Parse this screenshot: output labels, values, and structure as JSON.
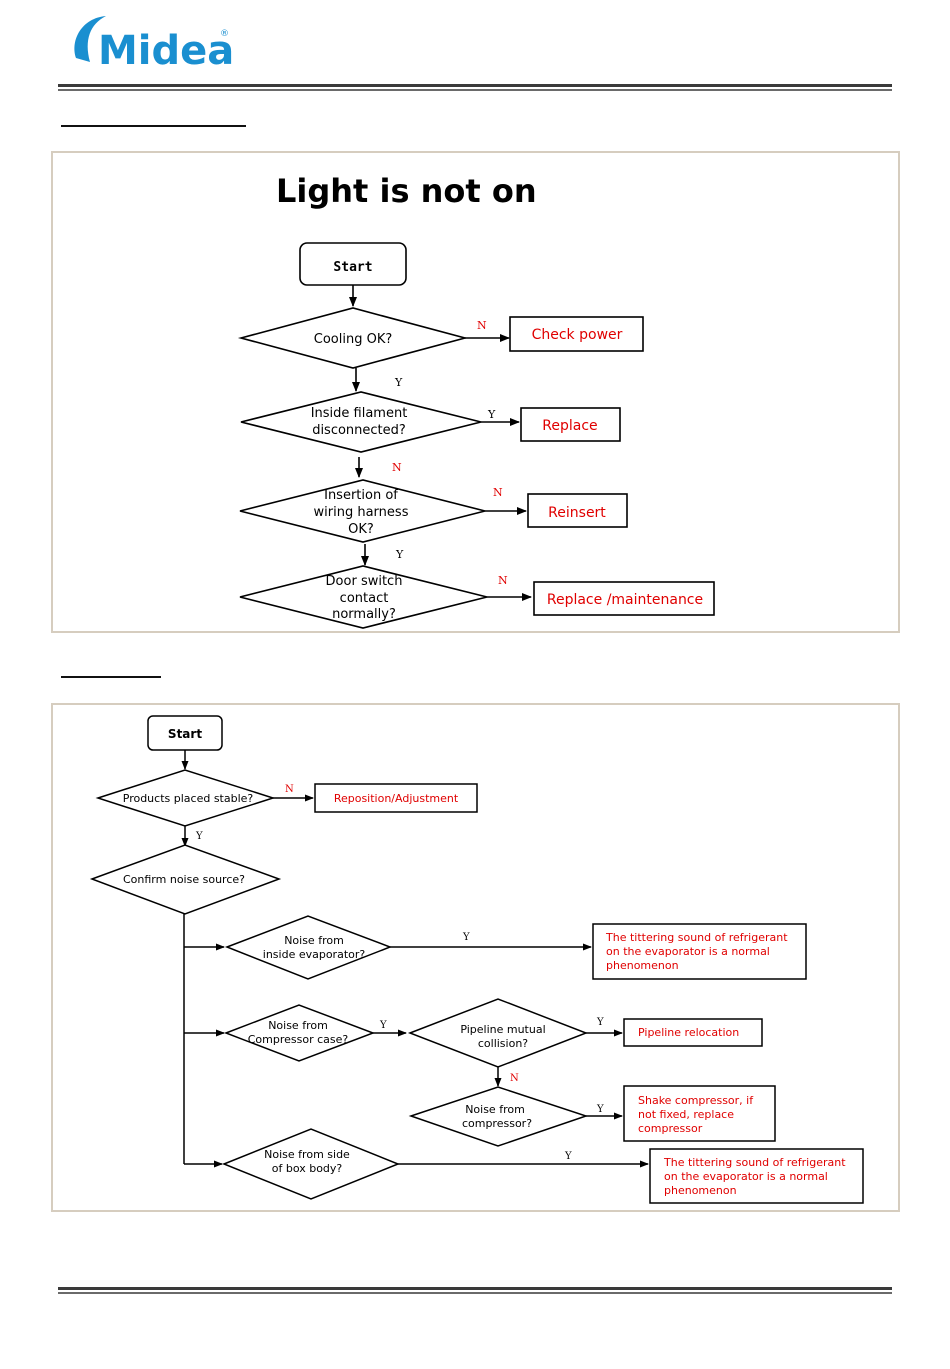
{
  "brand": {
    "name": "Midea",
    "registered": "®",
    "color": "#1a8fd0"
  },
  "accent_red": "#e00000",
  "flow1": {
    "title": "Light is not on",
    "start": "Start",
    "q1": "Cooling OK?",
    "q1_no_label": "N",
    "q1_no_action": "Check power",
    "q1_yes_label": "Y",
    "q2_line1": "Inside filament",
    "q2_line2": "disconnected?",
    "q2_yes_label": "Y",
    "q2_yes_action": "Replace",
    "q2_no_label": "N",
    "q3_line1": "Insertion of",
    "q3_line2": "wiring harness",
    "q3_line3": "OK?",
    "q3_no_label": "N",
    "q3_no_action": "Reinsert",
    "q3_yes_label": "Y",
    "q4_line1": "Door switch",
    "q4_line2": "contact",
    "q4_line3": "normally?",
    "q4_no_label": "N",
    "q4_no_action": "Replace /maintenance"
  },
  "flow2": {
    "start": "Start",
    "q1": "Products placed stable?",
    "q1_no_label": "N",
    "q1_no_action": "Reposition/Adjustment",
    "q1_yes_label": "Y",
    "q2": "Confirm noise source?",
    "b1_line1": "Noise from",
    "b1_line2": "inside evaporator?",
    "b1_yes_label": "Y",
    "b1_action_line1": "The tittering sound of refrigerant",
    "b1_action_line2": "on the evaporator is a normal",
    "b1_action_line3": "phenomenon",
    "b2_line1": "Noise from",
    "b2_line2": "Compressor case?",
    "b2_yes_label": "Y",
    "b2a_line1": "Pipeline mutual",
    "b2a_line2": "collision?",
    "b2a_yes_label": "Y",
    "b2a_action": "Pipeline relocation",
    "b2a_no_label": "N",
    "b2b_line1": "Noise from",
    "b2b_line2": "compressor?",
    "b2b_yes_label": "Y",
    "b2b_action_line1": "Shake compressor, if",
    "b2b_action_line2": "not fixed, replace",
    "b2b_action_line3": "compressor",
    "b3_line1": "Noise from side",
    "b3_line2": "of box body?",
    "b3_yes_label": "Y",
    "b3_action_line1": "The tittering sound of refrigerant",
    "b3_action_line2": "on the evaporator is a normal",
    "b3_action_line3": "phenomenon"
  }
}
